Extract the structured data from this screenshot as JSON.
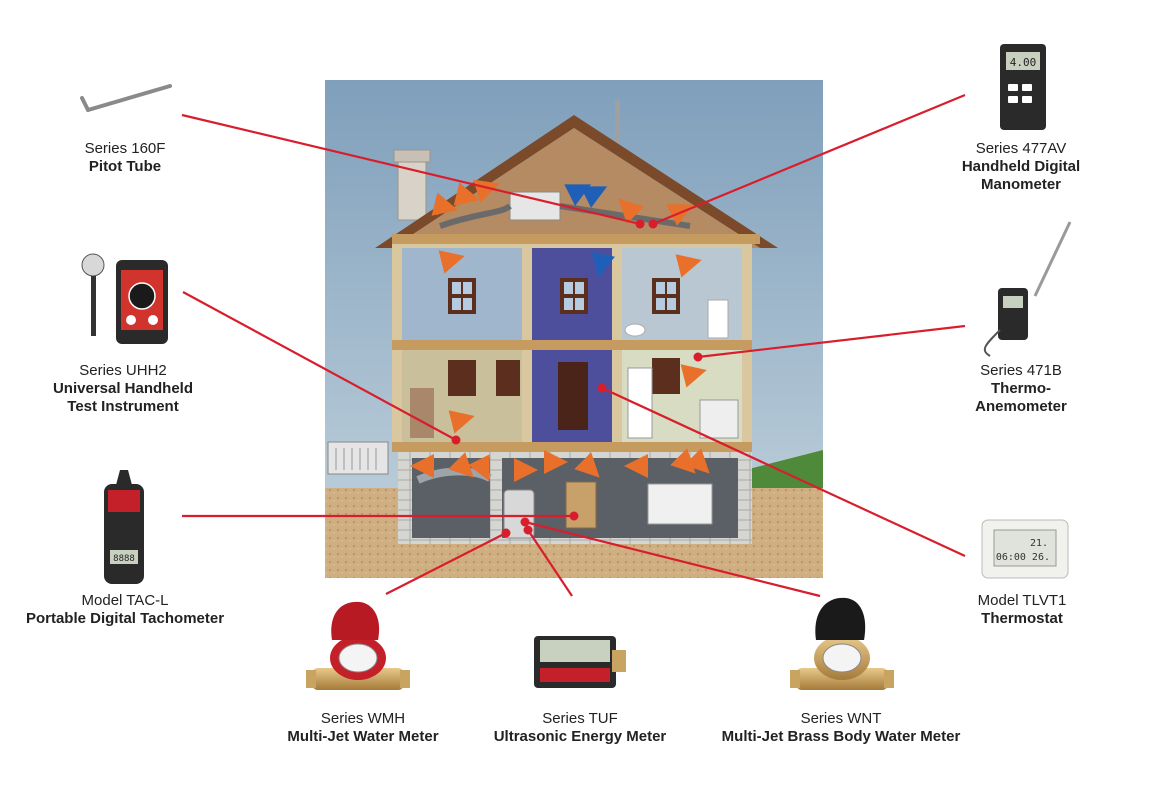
{
  "devices": [
    {
      "id": "pitot",
      "series": "Series 160F",
      "name": "Pitot Tube"
    },
    {
      "id": "manometer",
      "series": "Series 477AV",
      "name": "Handheld Digital Manometer"
    },
    {
      "id": "uhh2",
      "series": "Series UHH2",
      "name": "Universal Handheld Test Instrument",
      "name_lines": [
        "Universal Handheld",
        "Test Instrument"
      ]
    },
    {
      "id": "anemometer",
      "series": "Series 471B",
      "name": "Thermo-Anemometer"
    },
    {
      "id": "tachometer",
      "series": "Model TAC-L",
      "name": "Portable Digital Tachometer"
    },
    {
      "id": "thermostat",
      "series": "Model TLVT1",
      "name": "Thermostat"
    },
    {
      "id": "wmh",
      "series": "Series WMH",
      "name": "Multi-Jet Water Meter"
    },
    {
      "id": "tuf",
      "series": "Series TUF",
      "name": "Ultrasonic Energy Meter"
    },
    {
      "id": "wnt",
      "series": "Series WNT",
      "name": "Multi-Jet Brass Body Water Meter"
    }
  ],
  "device_screens": {
    "manometer": "4.00",
    "thermostat_top": "21.",
    "thermostat_bottom": "06:00 26.",
    "tachometer": "8888"
  },
  "colors": {
    "leader_line": "#d81e2c",
    "airflow_arrow": "#e8702a",
    "cool_arrow": "#1f5fb8",
    "sky": "#9ab4c8",
    "roof": "#7a4a2a",
    "ground": "#c9a77a"
  }
}
